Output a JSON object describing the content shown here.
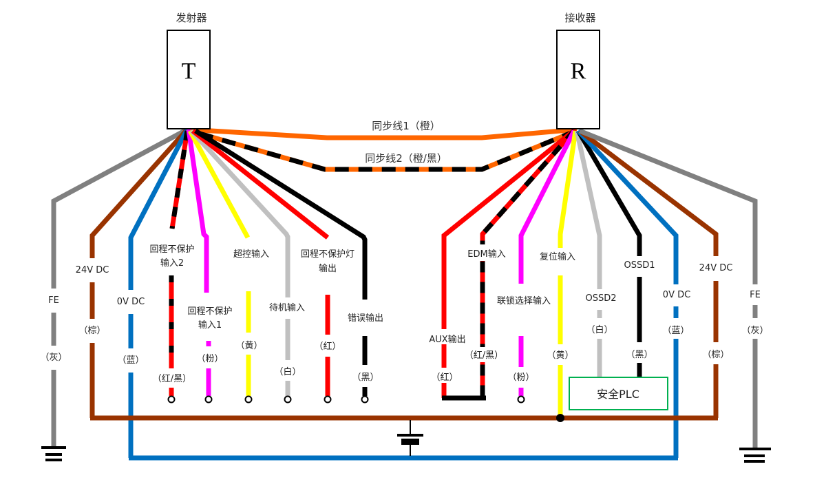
{
  "colors": {
    "gray": "#808080",
    "brown": "#993300",
    "blue": "#0070C0",
    "red": "#FF0000",
    "black": "#000000",
    "magenta": "#FF00FF",
    "yellow": "#FFFF00",
    "white_wire": "#C0C0C0",
    "orange": "#FF6600",
    "plc_border": "#00B050"
  },
  "emitter": {
    "title": "发射器",
    "letter": "T"
  },
  "receiver": {
    "title": "接收器",
    "letter": "R"
  },
  "sync": {
    "line1": "同步线1（橙）",
    "line2": "同步线2（橙/黑）"
  },
  "emitter_wires": [
    {
      "name": "FE",
      "color": "（灰）"
    },
    {
      "name": "24V DC",
      "color": "（棕）"
    },
    {
      "name": "0V DC",
      "color": "（蓝）"
    },
    {
      "name_line1": "回程不保护",
      "name_line2": "输入2",
      "color": "（红/黑）"
    },
    {
      "name_line1": "回程不保护",
      "name_line2": "输入1",
      "color": "（粉）"
    },
    {
      "name": "超控输入",
      "color": "（黄）"
    },
    {
      "name": "待机输入",
      "color": "（白）"
    },
    {
      "name_line1": "回程不保护灯",
      "name_line2": "输出",
      "color": "（红）"
    },
    {
      "name": "错误输出",
      "color": "（黑）"
    }
  ],
  "receiver_wires": [
    {
      "name": "AUX输出",
      "color": "（红）"
    },
    {
      "name": "EDM输入",
      "color": "（红/黑）"
    },
    {
      "name": "联锁选择输入",
      "color": "（粉）"
    },
    {
      "name": "复位输入",
      "color": "（黄）"
    },
    {
      "name": "OSSD2",
      "color": "（白）"
    },
    {
      "name": "OSSD1",
      "color": "（黑）"
    },
    {
      "name": "0V DC",
      "color": "（蓝）"
    },
    {
      "name": "24V DC",
      "color": "（棕）"
    },
    {
      "name": "FE",
      "color": "（灰）"
    }
  ],
  "plc": {
    "label": "安全PLC"
  }
}
